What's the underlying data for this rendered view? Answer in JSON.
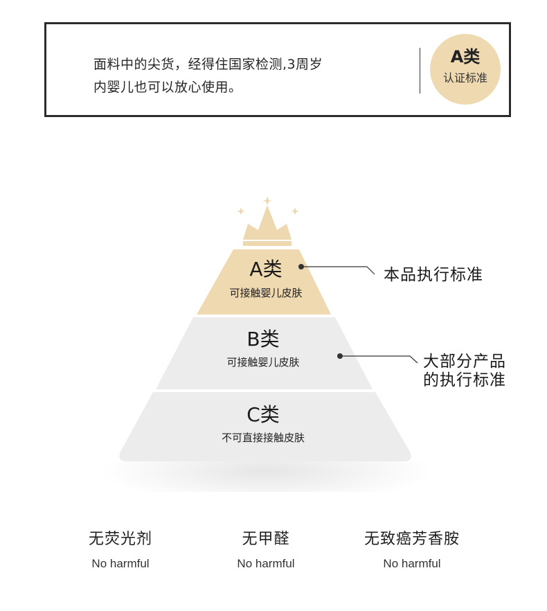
{
  "info": {
    "line1": "面料中的尖货，经得住国家检测,3周岁",
    "line2": "内婴儿也可以放心使用。",
    "badge_title": "A类",
    "badge_sub": "认证标准"
  },
  "pyramid": {
    "tiers": [
      {
        "title": "A类",
        "subtitle": "可接触婴儿皮肤",
        "color": "#efd9b1"
      },
      {
        "title": "B类",
        "subtitle": "可接触婴儿皮肤",
        "color": "#ececec"
      },
      {
        "title": "C类",
        "subtitle": "不可直接接触皮肤",
        "color": "#ececec"
      }
    ],
    "callouts": {
      "a_label": "本品执行标准",
      "b_label_line1": "大部分产品",
      "b_label_line2": "的执行标准"
    },
    "crown_color": "#eed8b0"
  },
  "features": [
    {
      "title": "无荧光剂",
      "subtitle": "No harmful"
    },
    {
      "title": "无甲醛",
      "subtitle": "No harmful"
    },
    {
      "title": "无致癌芳香胺",
      "subtitle": "No harmful"
    }
  ]
}
